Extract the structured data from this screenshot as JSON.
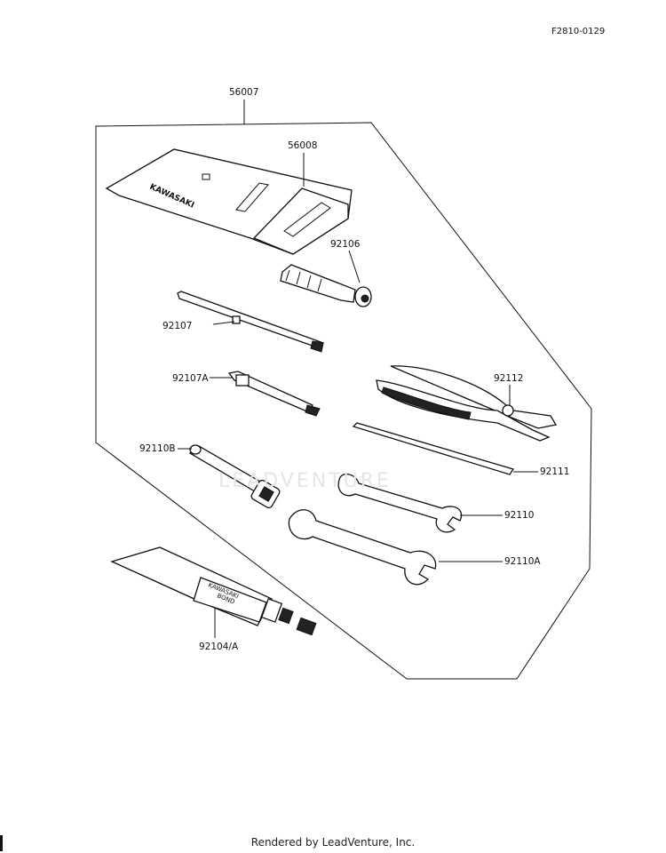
{
  "figure_ref": "F2810-0129",
  "watermark": "LEADVENTURE",
  "footer": "Rendered by LeadVenture, Inc.",
  "parts": {
    "kit": "56007",
    "bag": "56008",
    "bag_logo": "KAWASAKI",
    "handle": "92106",
    "screwdriver": "92107",
    "screwdriver_a": "92107A",
    "box_wrench": "92110B",
    "pliers": "92112",
    "bar": "92111",
    "wrench": "92110",
    "wrench_a": "92110A",
    "bond": "92104/A",
    "bond_label_1": "KAWASAKI",
    "bond_label_2": "BOND"
  }
}
